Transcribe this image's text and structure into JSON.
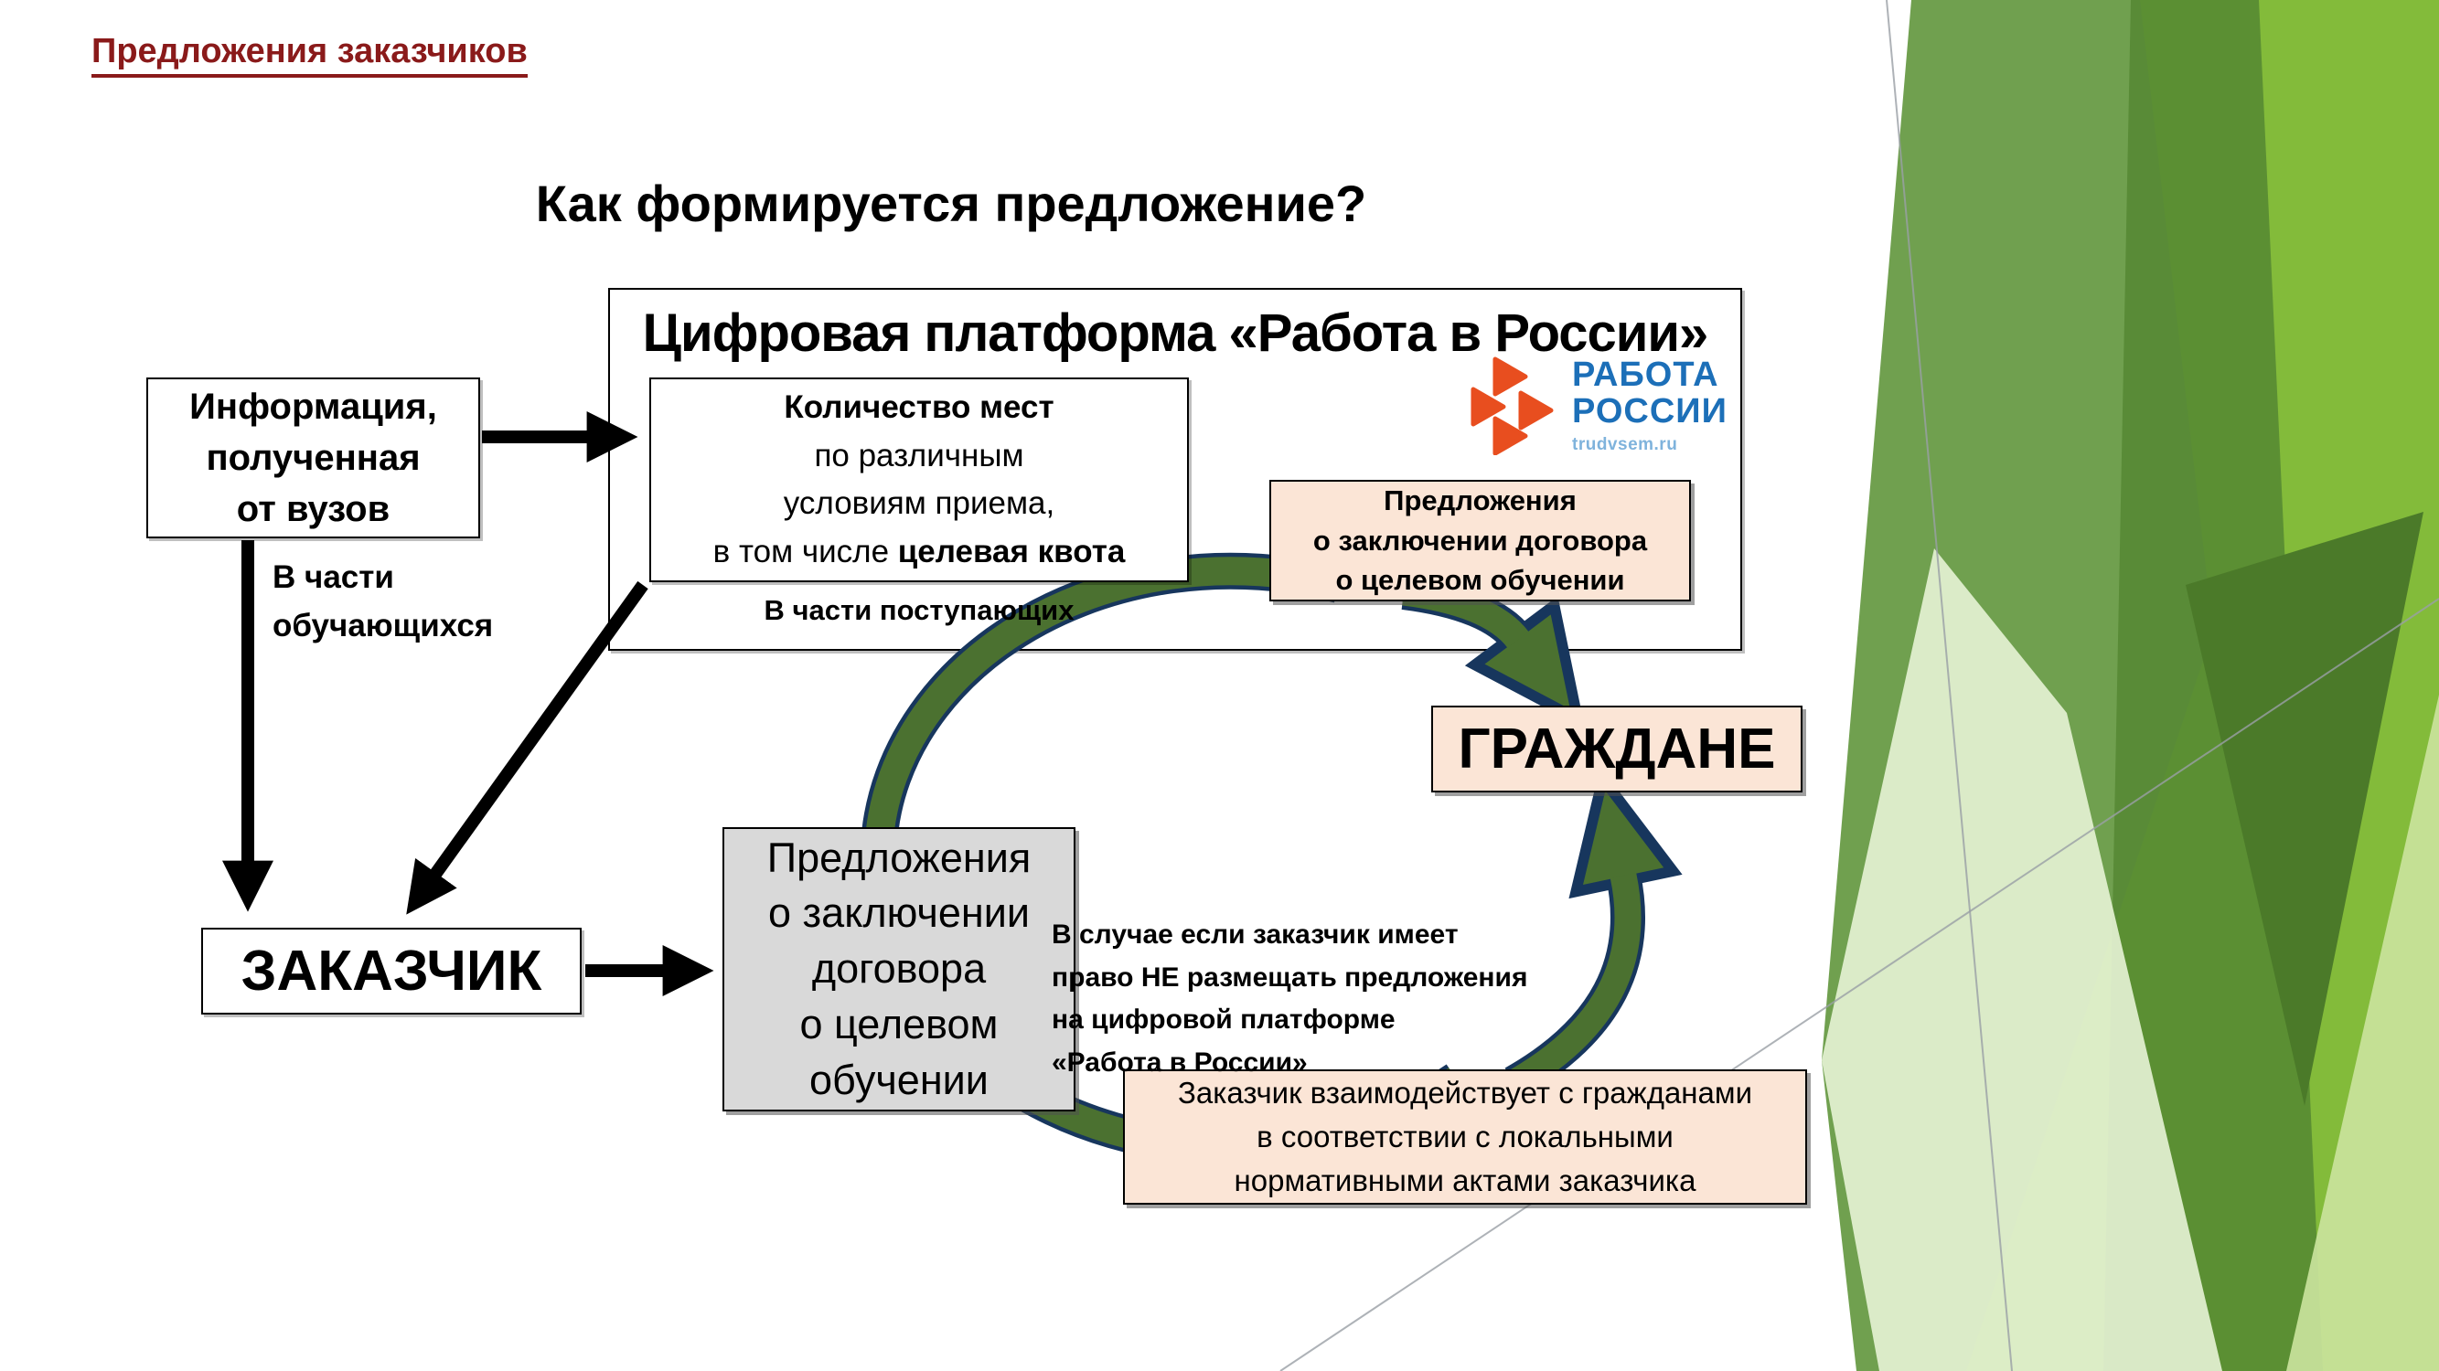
{
  "slide": {
    "heading": "Предложения заказчиков",
    "question_title": "Как формируется предложение?"
  },
  "platform": {
    "title": "Цифровая платформа «Работа в России»",
    "quota_box": {
      "line1": "Количество мест",
      "line2": "по различным",
      "line3": "условиям приема,",
      "line4_regular": "в том числе ",
      "line4_bold": "целевая квота"
    },
    "applicants_label": "В части поступающих",
    "logo": {
      "name_line1": "РАБОТА",
      "name_line2": "РОССИИ",
      "site": "trudvsem.ru"
    }
  },
  "left_flow": {
    "info_box": "Информация,\nполученная\nот вузов",
    "students_label": "В части\nобучающихся",
    "customer_box": "ЗАКАЗЧИК"
  },
  "offers": {
    "gray_box": "Предложения\nо заключении\nдоговора\nо целевом\nобучении",
    "peach_box": "Предложения\nо заключении договора\nо целевом обучении"
  },
  "citizens_box": "ГРАЖДАНЕ",
  "bypass_note": "В случае если заказчик имеет\nправо НЕ размещать предложения\nна цифровой платформе\n«Работа в России»",
  "interaction_box": "Заказчик взаимодействует с гражданами\nв соответствии с локальными\nнормативными актами заказчика",
  "colors": {
    "heading": "#8a1a1a",
    "peach": "#fbe5d6",
    "gray_box": "#d9d9d9",
    "cycle_green": "#4b7130",
    "cycle_outline": "#17365d",
    "logo_orange": "#e84e1f",
    "logo_blue": "#1c6fb8",
    "logo_site_blue": "#7fb3dc",
    "bg_green_sage": "#70a04f",
    "bg_green_bright": "#83bb3a",
    "bg_green_medium": "#558733",
    "bg_green_dark": "#4b7a29",
    "bg_green_pale": "#e4f1d2",
    "bg_green_light": "#cbe49e",
    "bg_line_gray": "#9aa0a6"
  }
}
